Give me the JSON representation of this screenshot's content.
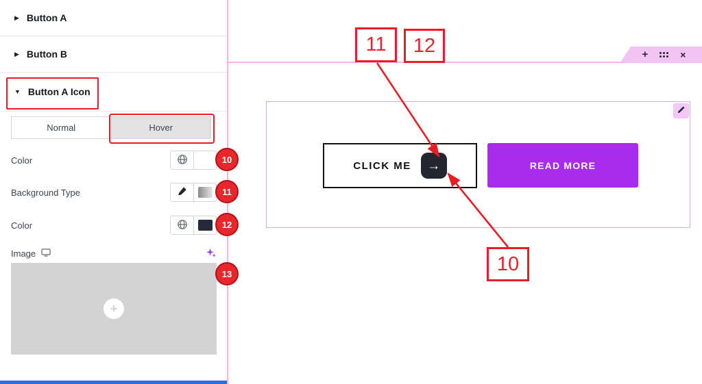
{
  "colors": {
    "annotation_red": "#ec1c24",
    "badge_red": "#e8272d",
    "accent_purple": "#a92bec",
    "panel_pink": "#f2b5f2",
    "dark_navy": "#23262f",
    "placeholder_gray": "#d3d3d3",
    "blue_bar": "#2f6be4"
  },
  "panel": {
    "accordions": [
      {
        "label": "Button A",
        "state": "collapsed"
      },
      {
        "label": "Button B",
        "state": "collapsed"
      },
      {
        "label": "Button A Icon",
        "state": "expanded"
      }
    ],
    "tabs": [
      {
        "label": "Normal",
        "active": false
      },
      {
        "label": "Hover",
        "active": true
      }
    ],
    "controls": [
      {
        "label": "Color",
        "badge": "10"
      },
      {
        "label": "Background Type",
        "badge": "11"
      },
      {
        "label": "Color",
        "badge": "12"
      },
      {
        "label": "Image",
        "badge": "13"
      }
    ]
  },
  "canvas": {
    "buttons": {
      "click_me": "CLICK ME",
      "read_more": "READ MORE"
    },
    "callouts": {
      "c11": "11",
      "c12": "12",
      "c10": "10"
    }
  },
  "icons": {
    "caret_right": "▶",
    "caret_down": "▼",
    "plus": "+",
    "close": "×",
    "arrow_right": "→",
    "placeholder_plus": "+"
  }
}
